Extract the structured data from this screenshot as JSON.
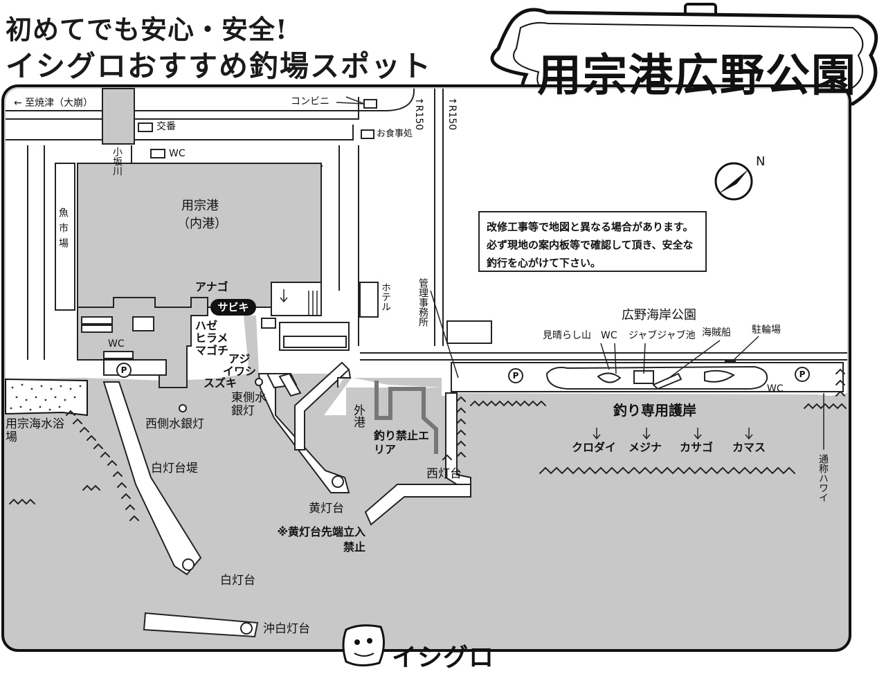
{
  "header": {
    "line1": "初めてでも安心・安全!",
    "line2": "イシグロおすすめ釣場スポット",
    "spot_name": "用宗港広野公園"
  },
  "roads": {
    "to_yaizu": "← 至焼津（大崩）",
    "r150_a": "↑R150",
    "r150_b": "↑R150"
  },
  "facilities": {
    "conbini": "コンビニ",
    "police_box": "交番",
    "wc_top": "WC",
    "restaurant": "お食事処",
    "hotel": "ホテル",
    "admin_office": "管理事務所",
    "fish_market": "魚市場",
    "wc_left": "WC",
    "wc_park": "WC",
    "wc_right": "WC",
    "river": "小坂川"
  },
  "areas": {
    "inner_port": "用宗港",
    "inner_port_sub": "（内港）",
    "beach": "用宗海水浴場",
    "outer_port": "外港",
    "park": "広野海岸公園",
    "hawaii": "通称ハワイ"
  },
  "park_spots": {
    "lookout": "見晴らし山",
    "wc": "WC",
    "pond": "ジャブジャブ池",
    "pirate_ship": "海賊船",
    "bike_parking": "駐輪場"
  },
  "structures": {
    "west_light": "西側水銀灯",
    "east_light": "東側水銀灯",
    "white_breakwater": "白灯台堤",
    "white_lighthouse": "白灯台",
    "offshore_white": "沖白灯台",
    "yellow_lighthouse": "黄灯台",
    "yellow_warning": "※黄灯台先端立入禁止",
    "red_lighthouse": "西灯台",
    "no_fishing": "釣り禁止エリア"
  },
  "fish": {
    "anago": "アナゴ",
    "sabiki": "サビキ",
    "haze_group": [
      "ハゼ",
      "ヒラメ",
      "マゴチ"
    ],
    "aji_group": [
      "アジ",
      "イワシ",
      "スズキ"
    ],
    "seawall_title": "釣り専用護岸",
    "seawall_fish": [
      "クロダイ",
      "メジナ",
      "カサゴ",
      "カマス"
    ]
  },
  "notice": "改修工事等で地図と異なる場合があります。必ず現地の案内板等で確認して頂き、安全な釣行を心がけて下さい。",
  "compass": "N",
  "parking": "P",
  "brand": "イシグロ",
  "colors": {
    "sea": "#c8c8c8",
    "land": "#ffffff",
    "building": "#c8c8c8",
    "outline": "#222222",
    "no_fishing_line": "#777777"
  }
}
